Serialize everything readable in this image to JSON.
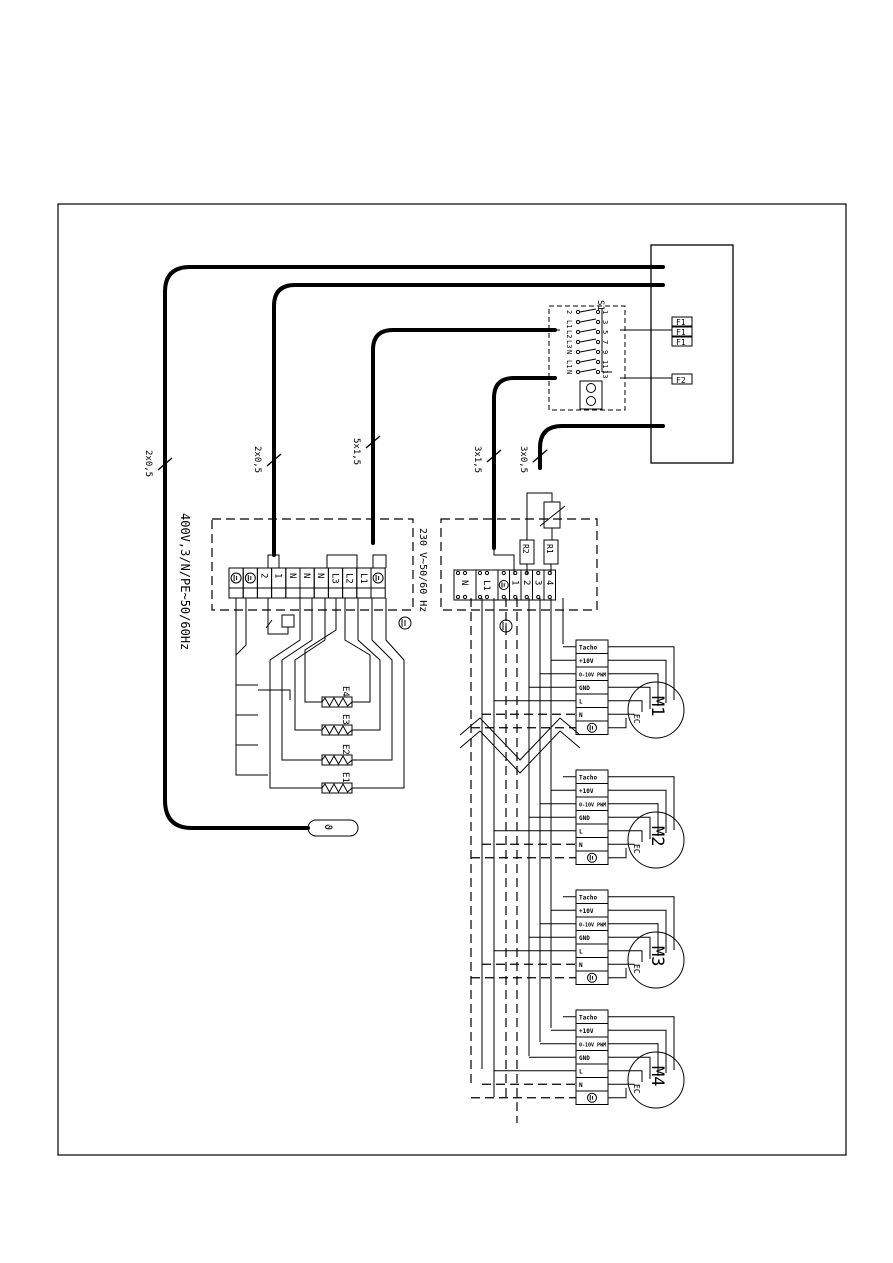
{
  "supply": {
    "main": "400V,3/N/PE~50/60Hz",
    "control": "230 V~50/60 Hz"
  },
  "cables": {
    "c1": "2x0,5",
    "c2": "2x0,5",
    "c3": "5x1,5",
    "c4": "3x1,5",
    "c5": "3x0,5"
  },
  "switchgear": {
    "switch": "S1",
    "fuses": [
      "F1",
      "F1",
      "F1",
      "F2"
    ],
    "terminal_left": [
      "2",
      "L1",
      "L2",
      "L3",
      "N",
      "L1",
      "N"
    ],
    "terminal_right": [
      "1",
      "3",
      "5",
      "7",
      "9",
      "11",
      "13"
    ]
  },
  "heater_block": {
    "terminals": [
      "PE",
      "PE",
      "2",
      "1",
      "N",
      "N",
      "N",
      "L3",
      "L2",
      "L1",
      "PE"
    ],
    "pe_label": "PE",
    "elements": [
      "E4",
      "E3",
      "E2",
      "E1"
    ]
  },
  "fan_block": {
    "terminals": [
      "N",
      "L1",
      "PE",
      "1",
      "2",
      "3",
      "4"
    ],
    "pe_label": "PE",
    "resistors": [
      "R2",
      "R1"
    ]
  },
  "motors": [
    {
      "name": "M1",
      "type": "EC",
      "pins": [
        "Tacho",
        "+10V",
        "0-10V PWM",
        "GND",
        "L",
        "N",
        "PE"
      ]
    },
    {
      "name": "M2",
      "type": "EC",
      "pins": [
        "Tacho",
        "+10V",
        "0-10V PWM",
        "GND",
        "L",
        "N",
        "PE"
      ]
    },
    {
      "name": "M3",
      "type": "EC",
      "pins": [
        "Tacho",
        "+10V",
        "0-10V PWM",
        "GND",
        "L",
        "N",
        "PE"
      ]
    },
    {
      "name": "M4",
      "type": "EC",
      "pins": [
        "Tacho",
        "+10V",
        "0-10V PWM",
        "GND",
        "L",
        "N",
        "PE"
      ]
    }
  ],
  "sensor_symbol": "ϑ"
}
